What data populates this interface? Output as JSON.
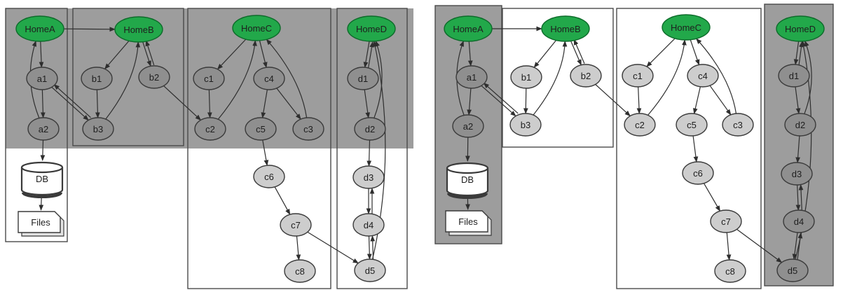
{
  "diagram": {
    "colors": {
      "home_fill": "#22a84a",
      "home_stroke": "#0d6b2a",
      "dark_node_fill": "#8f8f8f",
      "light_node_fill": "#cdcdcd",
      "node_stroke": "#3a3a3a",
      "shade_fill": "#9d9d9d",
      "cluster_stroke": "#4a4a4a",
      "edge_color": "#2e2e2e"
    },
    "panels": [
      {
        "id": "left",
        "nodes": [
          {
            "id": "HomeA",
            "label": "HomeA",
            "kind": "home",
            "state": "home"
          },
          {
            "id": "HomeB",
            "label": "HomeB",
            "kind": "home",
            "state": "home"
          },
          {
            "id": "HomeC",
            "label": "HomeC",
            "kind": "home",
            "state": "home"
          },
          {
            "id": "HomeD",
            "label": "HomeD",
            "kind": "home",
            "state": "home"
          },
          {
            "id": "a1",
            "label": "a1",
            "kind": "node",
            "state": "dark"
          },
          {
            "id": "a2",
            "label": "a2",
            "kind": "node",
            "state": "dark"
          },
          {
            "id": "b1",
            "label": "b1",
            "kind": "node",
            "state": "dark"
          },
          {
            "id": "b2",
            "label": "b2",
            "kind": "node",
            "state": "dark"
          },
          {
            "id": "b3",
            "label": "b3",
            "kind": "node",
            "state": "dark"
          },
          {
            "id": "c1",
            "label": "c1",
            "kind": "node",
            "state": "dark"
          },
          {
            "id": "c2",
            "label": "c2",
            "kind": "node",
            "state": "dark"
          },
          {
            "id": "c4",
            "label": "c4",
            "kind": "node",
            "state": "dark"
          },
          {
            "id": "c3",
            "label": "c3",
            "kind": "node",
            "state": "dark"
          },
          {
            "id": "c5",
            "label": "c5",
            "kind": "node",
            "state": "dark"
          },
          {
            "id": "c6",
            "label": "c6",
            "kind": "node",
            "state": "light"
          },
          {
            "id": "c7",
            "label": "c7",
            "kind": "node",
            "state": "light"
          },
          {
            "id": "c8",
            "label": "c8",
            "kind": "node",
            "state": "light"
          },
          {
            "id": "d1",
            "label": "d1",
            "kind": "node",
            "state": "dark"
          },
          {
            "id": "d2",
            "label": "d2",
            "kind": "node",
            "state": "dark"
          },
          {
            "id": "d3",
            "label": "d3",
            "kind": "node",
            "state": "light"
          },
          {
            "id": "d4",
            "label": "d4",
            "kind": "node",
            "state": "light"
          },
          {
            "id": "d5",
            "label": "d5",
            "kind": "node",
            "state": "light"
          },
          {
            "id": "DB",
            "label": "DB",
            "kind": "database",
            "state": "light"
          },
          {
            "id": "Files",
            "label": "Files",
            "kind": "files",
            "state": "light"
          }
        ]
      },
      {
        "id": "right",
        "nodes": [
          {
            "id": "HomeA",
            "label": "HomeA",
            "kind": "home",
            "state": "home"
          },
          {
            "id": "HomeB",
            "label": "HomeB",
            "kind": "home",
            "state": "home"
          },
          {
            "id": "HomeC",
            "label": "HomeC",
            "kind": "home",
            "state": "home"
          },
          {
            "id": "HomeD",
            "label": "HomeD",
            "kind": "home",
            "state": "home"
          },
          {
            "id": "a1",
            "label": "a1",
            "kind": "node",
            "state": "dark"
          },
          {
            "id": "a2",
            "label": "a2",
            "kind": "node",
            "state": "dark"
          },
          {
            "id": "b1",
            "label": "b1",
            "kind": "node",
            "state": "light"
          },
          {
            "id": "b2",
            "label": "b2",
            "kind": "node",
            "state": "light"
          },
          {
            "id": "b3",
            "label": "b3",
            "kind": "node",
            "state": "light"
          },
          {
            "id": "c1",
            "label": "c1",
            "kind": "node",
            "state": "light"
          },
          {
            "id": "c2",
            "label": "c2",
            "kind": "node",
            "state": "light"
          },
          {
            "id": "c4",
            "label": "c4",
            "kind": "node",
            "state": "light"
          },
          {
            "id": "c3",
            "label": "c3",
            "kind": "node",
            "state": "light"
          },
          {
            "id": "c5",
            "label": "c5",
            "kind": "node",
            "state": "light"
          },
          {
            "id": "c6",
            "label": "c6",
            "kind": "node",
            "state": "light"
          },
          {
            "id": "c7",
            "label": "c7",
            "kind": "node",
            "state": "light"
          },
          {
            "id": "c8",
            "label": "c8",
            "kind": "node",
            "state": "light"
          },
          {
            "id": "d1",
            "label": "d1",
            "kind": "node",
            "state": "dark"
          },
          {
            "id": "d2",
            "label": "d2",
            "kind": "node",
            "state": "dark"
          },
          {
            "id": "d3",
            "label": "d3",
            "kind": "node",
            "state": "dark"
          },
          {
            "id": "d4",
            "label": "d4",
            "kind": "node",
            "state": "dark"
          },
          {
            "id": "d5",
            "label": "d5",
            "kind": "node",
            "state": "dark"
          },
          {
            "id": "DB",
            "label": "DB",
            "kind": "database",
            "state": "light"
          },
          {
            "id": "Files",
            "label": "Files",
            "kind": "files",
            "state": "light"
          }
        ]
      }
    ],
    "edges": [
      {
        "from": "HomeA",
        "to": "HomeB"
      },
      {
        "from": "HomeA",
        "to": "a1"
      },
      {
        "from": "a1",
        "to": "a2"
      },
      {
        "from": "a2",
        "to": "HomeA",
        "curve": "left"
      },
      {
        "from": "a1",
        "to": "b3"
      },
      {
        "from": "b3",
        "to": "a1",
        "offset": true
      },
      {
        "from": "a2",
        "to": "DB"
      },
      {
        "from": "DB",
        "to": "Files"
      },
      {
        "from": "HomeB",
        "to": "b1"
      },
      {
        "from": "HomeB",
        "to": "b2"
      },
      {
        "from": "b2",
        "to": "HomeB",
        "offset": true
      },
      {
        "from": "b1",
        "to": "b3"
      },
      {
        "from": "b3",
        "to": "HomeB",
        "curve": "right"
      },
      {
        "from": "b2",
        "to": "c2"
      },
      {
        "from": "HomeC",
        "to": "c1"
      },
      {
        "from": "HomeC",
        "to": "c4"
      },
      {
        "from": "c1",
        "to": "c2"
      },
      {
        "from": "c2",
        "to": "HomeC",
        "curve": "right"
      },
      {
        "from": "c4",
        "to": "c5"
      },
      {
        "from": "c4",
        "to": "c3"
      },
      {
        "from": "c3",
        "to": "HomeC",
        "curve": "right"
      },
      {
        "from": "c5",
        "to": "c6"
      },
      {
        "from": "c6",
        "to": "c7"
      },
      {
        "from": "c7",
        "to": "c8"
      },
      {
        "from": "c7",
        "to": "d5"
      },
      {
        "from": "HomeD",
        "to": "d1"
      },
      {
        "from": "d1",
        "to": "HomeD",
        "offset": true
      },
      {
        "from": "d1",
        "to": "d2"
      },
      {
        "from": "d2",
        "to": "HomeD",
        "curve": "right"
      },
      {
        "from": "d2",
        "to": "d3"
      },
      {
        "from": "d3",
        "to": "d4"
      },
      {
        "from": "d4",
        "to": "d3",
        "offset": true
      },
      {
        "from": "d4",
        "to": "d5"
      },
      {
        "from": "d5",
        "to": "d4",
        "offset": true
      },
      {
        "from": "d5",
        "to": "HomeD",
        "curve": "far-right"
      }
    ]
  }
}
